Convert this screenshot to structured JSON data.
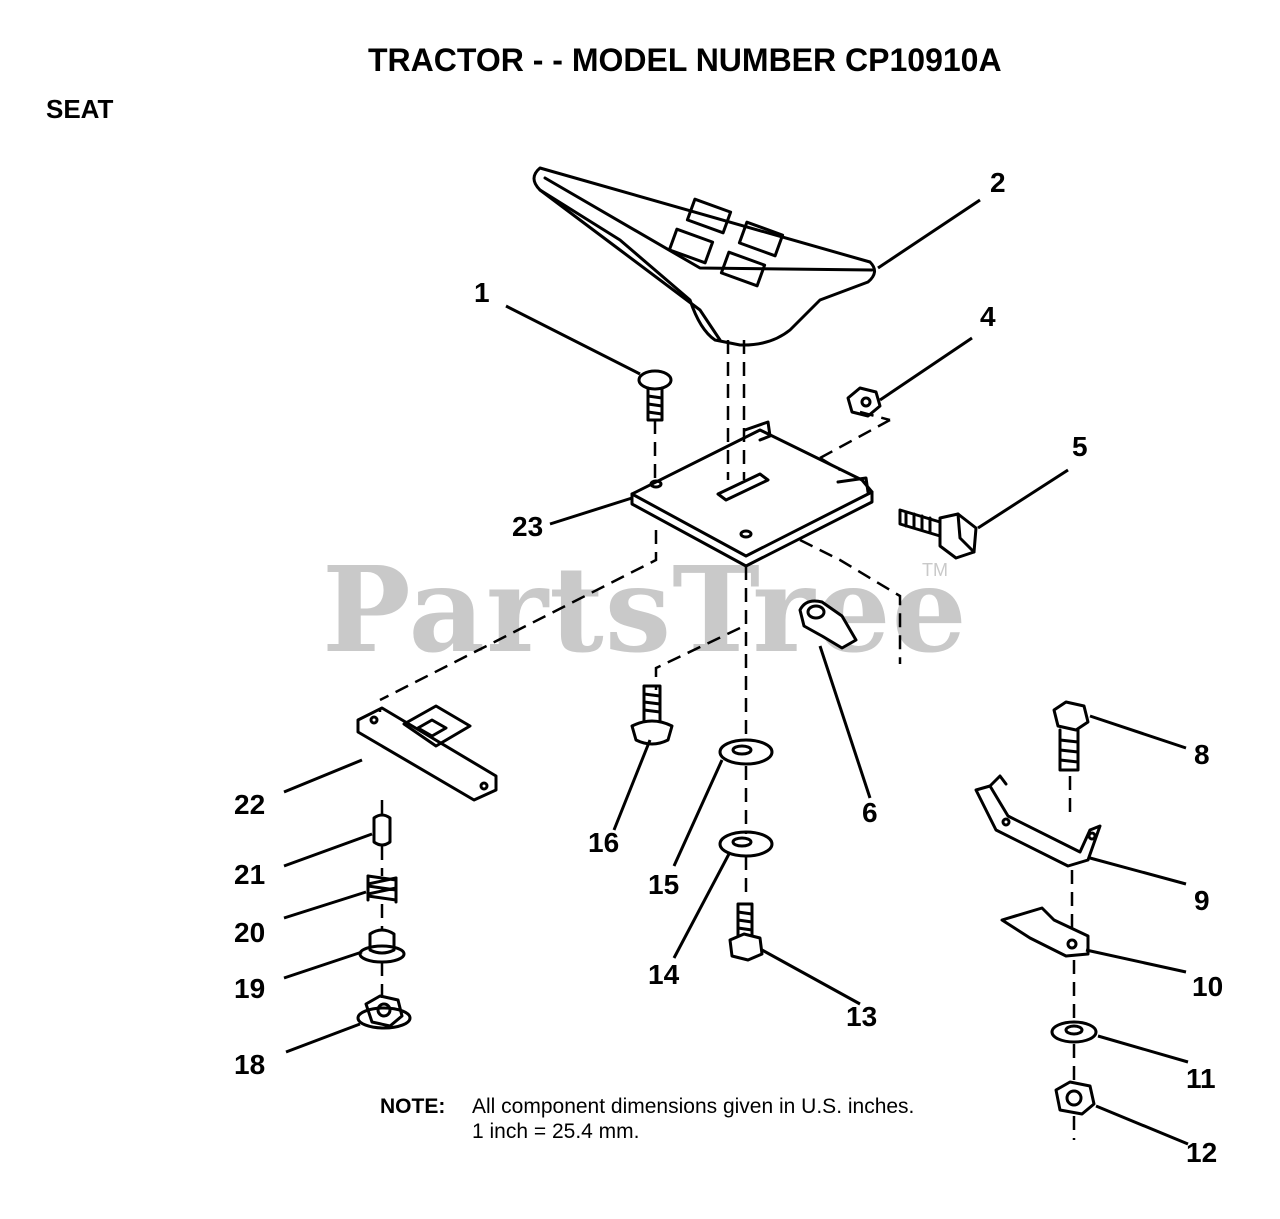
{
  "header": {
    "title": "TRACTOR - - MODEL NUMBER CP10910A",
    "section": "SEAT"
  },
  "watermark": {
    "text": "PartsTree",
    "trademark": "TM",
    "color": "#c9c9c9"
  },
  "note": {
    "label": "NOTE:",
    "line1": "All component dimensions given in U.S. inches.",
    "line2": "1 inch = 25.4 mm."
  },
  "callouts": [
    {
      "id": "1",
      "label": "1"
    },
    {
      "id": "2",
      "label": "2"
    },
    {
      "id": "4",
      "label": "4"
    },
    {
      "id": "5",
      "label": "5"
    },
    {
      "id": "6",
      "label": "6"
    },
    {
      "id": "8",
      "label": "8"
    },
    {
      "id": "9",
      "label": "9"
    },
    {
      "id": "10",
      "label": "10"
    },
    {
      "id": "11",
      "label": "11"
    },
    {
      "id": "12",
      "label": "12"
    },
    {
      "id": "13",
      "label": "13"
    },
    {
      "id": "14",
      "label": "14"
    },
    {
      "id": "15",
      "label": "15"
    },
    {
      "id": "16",
      "label": "16"
    },
    {
      "id": "18",
      "label": "18"
    },
    {
      "id": "19",
      "label": "19"
    },
    {
      "id": "20",
      "label": "20"
    },
    {
      "id": "21",
      "label": "21"
    },
    {
      "id": "22",
      "label": "22"
    },
    {
      "id": "23",
      "label": "23"
    }
  ]
}
